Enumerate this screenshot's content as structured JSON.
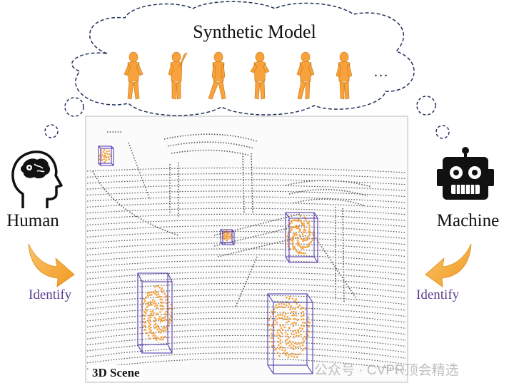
{
  "cloud": {
    "title": "Synthetic Model",
    "ellipsis": "..."
  },
  "human": {
    "label": "Human",
    "icon": "human-head-brain-icon"
  },
  "machine": {
    "label": "Machine",
    "icon": "robot-head-icon"
  },
  "identify": {
    "left": "Identify",
    "right": "Identify"
  },
  "scene": {
    "label": "3D Scene"
  },
  "watermark": {
    "text": "公众号 · CVPR顶会精选"
  },
  "colors": {
    "human_model": "#f7a23a",
    "box": "#5a3fb0",
    "points": "#555555",
    "arrow": "#f5a93a",
    "identify": "#5c3f8f"
  }
}
